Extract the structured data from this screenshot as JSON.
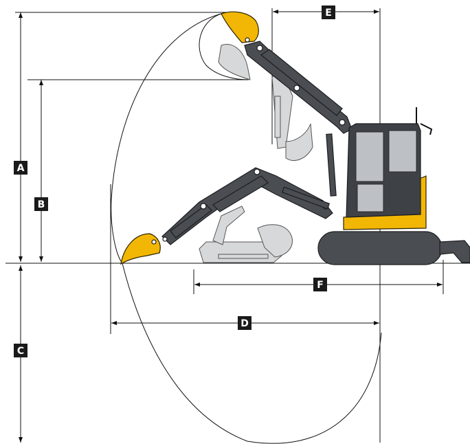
{
  "diagram": {
    "dimension_labels": {
      "A": "A",
      "B": "B",
      "C": "C",
      "D": "D",
      "E": "E",
      "F": "F"
    },
    "colors": {
      "machine_body": "#f2b705",
      "boom": "#4a4d52",
      "line": "#111111",
      "label_box": "#1a1a1a"
    }
  }
}
